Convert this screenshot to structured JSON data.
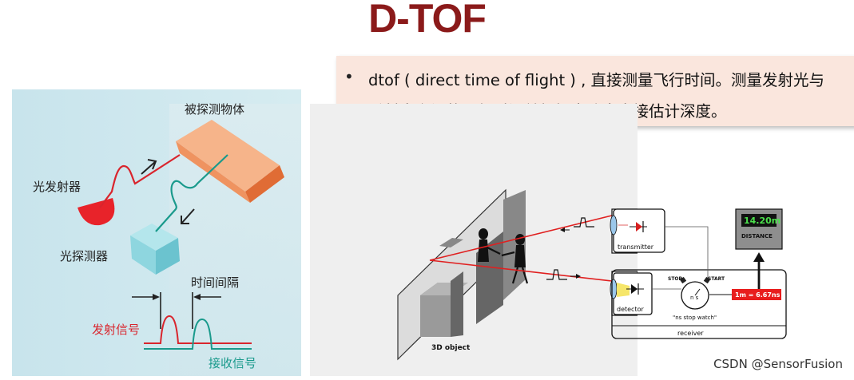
{
  "title": "D-TOF",
  "callout": {
    "bullet": "•",
    "line1": "dtof ( direct time of flight ) , 直接测量飞行时间。测量发射光与",
    "line2": "反射光之间的飞行时间并根据光速来直接估计深度。"
  },
  "left_diagram": {
    "object_label": "被探测物体",
    "emitter_label": "光发射器",
    "detector_label": "光探测器",
    "time_interval_label": "时间间隔",
    "emit_signal_label": "发射信号",
    "receive_signal_label": "接收信号",
    "colors": {
      "emit": "#d9252d",
      "receive": "#1a9a8c",
      "object": "#f0a070",
      "detector": "#8ed6df",
      "emitter": "#e8232a"
    }
  },
  "right_diagram": {
    "object_label": "3D object",
    "transmitter_label": "transmitter",
    "detector_label": "detector",
    "receiver_label": "receiver",
    "stopwatch_label": "\"ns stop watch\"",
    "stop_label": "STOP",
    "start_label": "START",
    "display_value": "14.20m",
    "distance_label": "DISTANCE",
    "conversion_label": "1m = 6.67ns"
  },
  "watermark": "CSDN @SensorFusion"
}
